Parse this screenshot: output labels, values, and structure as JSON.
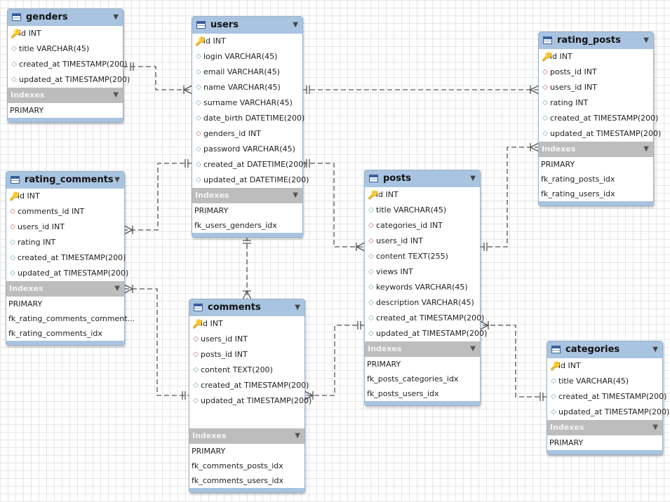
{
  "colors": {
    "header": "#a9c4e0",
    "index_header": "#bdbdbd",
    "line": "#555555"
  },
  "icons": {
    "table": "table-icon",
    "primary_key": "key-icon",
    "column": "diamond-icon",
    "foreign_key": "fk-diamond-icon"
  },
  "indexes_label": "Indexes",
  "tables": {
    "genders": {
      "name": "genders",
      "columns": [
        "id INT",
        "title VARCHAR(45)",
        "created_at TIMESTAMP(200)",
        "updated_at TIMESTAMP(200)"
      ],
      "indexes": [
        "PRIMARY"
      ]
    },
    "users": {
      "name": "users",
      "columns": [
        "id INT",
        "login VARCHAR(45)",
        "email VARCHAR(45)",
        "name VARCHAR(45)",
        "surname VARCHAR(45)",
        "date_birth DATETIME(200)",
        "genders_id INT",
        "password VARCHAR(45)",
        "created_at DATETIME(200)",
        "updated_at DATETIME(200)"
      ],
      "indexes": [
        "PRIMARY",
        "fk_users_genders_idx"
      ]
    },
    "rating_posts": {
      "name": "rating_posts",
      "columns": [
        "id INT",
        "posts_id INT",
        "users_id INT",
        "rating INT",
        "created_at TIMESTAMP(200)",
        "updated_at TIMESTAMP(200)"
      ],
      "indexes": [
        "PRIMARY",
        "fk_rating_posts_idx",
        "fk_rating_users_idx"
      ]
    },
    "rating_comments": {
      "name": "rating_comments",
      "columns": [
        "id INT",
        "comments_id INT",
        "users_id INT",
        "rating INT",
        "created_at TIMESTAMP(200)",
        "updated_at TIMESTAMP(200)"
      ],
      "indexes": [
        "PRIMARY",
        "fk_rating_comments_comment...",
        "fk_rating_comments_idx"
      ]
    },
    "posts": {
      "name": "posts",
      "columns": [
        "id INT",
        "title VARCHAR(45)",
        "categories_id INT",
        "users_id INT",
        "content TEXT(255)",
        "views INT",
        "keywords VARCHAR(45)",
        "description VARCHAR(45)",
        "created_at TIMESTAMP(200)",
        "updated_at TIMESTAMP(200)"
      ],
      "indexes": [
        "PRIMARY",
        "fk_posts_categories_idx",
        "fk_posts_users_idx"
      ]
    },
    "comments": {
      "name": "comments",
      "columns": [
        "id INT",
        "users_id INT",
        "posts_id INT",
        "content TEXT(200)",
        "created_at TIMESTAMP(200)",
        "updated_at TIMESTAMP(200)"
      ],
      "indexes": [
        "PRIMARY",
        "fk_comments_posts_idx",
        "fk_comments_users_idx"
      ]
    },
    "categories": {
      "name": "categories",
      "columns": [
        "id INT",
        "title VARCHAR(45)",
        "created_at TIMESTAMP(200)",
        "updated_at TIMESTAMP(200)"
      ],
      "indexes": [
        "PRIMARY"
      ]
    }
  }
}
